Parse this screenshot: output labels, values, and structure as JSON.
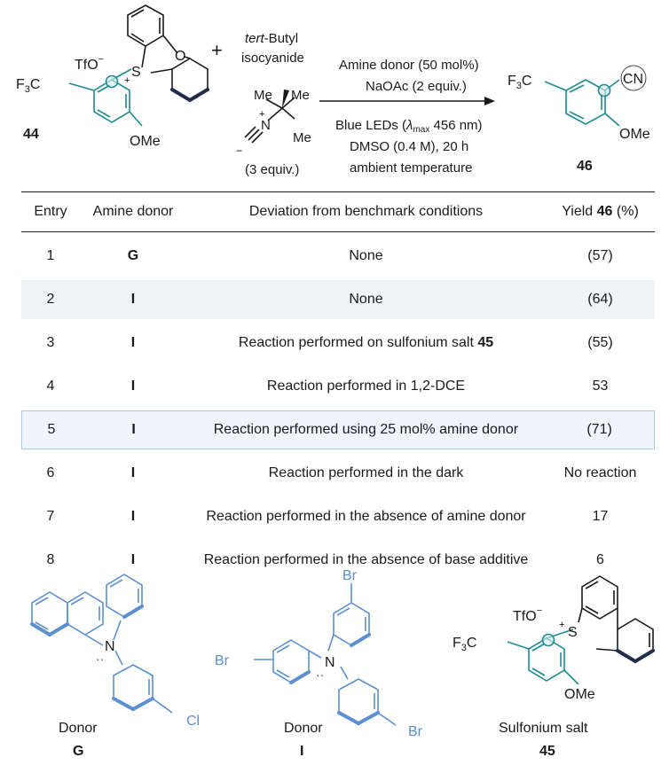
{
  "scheme": {
    "reactant_label": "44",
    "reactant_counterion": "TfO",
    "reactant_charge": "−",
    "sulfur_label": "S",
    "sulfur_charge": "+",
    "oxygen_label": "O",
    "cf3_label": "F",
    "cf3_sub": "3",
    "cf3_c": "C",
    "ome_label": "OMe",
    "plus_sign": "+",
    "isocyanide_line1": "tert",
    "isocyanide_line1b": "-Butyl",
    "isocyanide_line2": "isocyanide",
    "isocyanide_equiv": "(3 equiv.)",
    "me_label": "Me",
    "n_label": "N",
    "n_charge": "+",
    "c_charge": "−",
    "conditions_above_1": "Amine donor (50 mol%)",
    "conditions_above_2": "NaOAc (2 equiv.)",
    "conditions_below_1a": "Blue LEDs (",
    "conditions_below_1b": "λ",
    "conditions_below_1c": "max",
    "conditions_below_1d": " 456 nm)",
    "conditions_below_2": "DMSO (0.4 M), 20 h",
    "conditions_below_3": "ambient temperature",
    "product_label": "46",
    "product_cn": "CN"
  },
  "table": {
    "headers": [
      "Entry",
      "Amine donor",
      "Deviation from benchmark conditions",
      "Yield ",
      "46",
      " (%)"
    ],
    "rows": [
      {
        "entry": "1",
        "donor": "G",
        "deviation": "None",
        "deviation_bold": "",
        "yield": "(57)"
      },
      {
        "entry": "2",
        "donor": "I",
        "deviation": "None",
        "deviation_bold": "",
        "yield": "(64)"
      },
      {
        "entry": "3",
        "donor": "I",
        "deviation": "Reaction performed on sulfonium salt ",
        "deviation_bold": "45",
        "yield": "(55)"
      },
      {
        "entry": "4",
        "donor": "I",
        "deviation": "Reaction performed in 1,2-DCE",
        "deviation_bold": "",
        "yield": "53"
      },
      {
        "entry": "5",
        "donor": "I",
        "deviation": "Reaction performed using 25 mol% amine donor",
        "deviation_bold": "",
        "yield": "(71)"
      },
      {
        "entry": "6",
        "donor": "I",
        "deviation": "Reaction performed in the dark",
        "deviation_bold": "",
        "yield": "No reaction"
      },
      {
        "entry": "7",
        "donor": "I",
        "deviation": "Reaction performed in the absence of amine donor",
        "deviation_bold": "",
        "yield": "17"
      },
      {
        "entry": "8",
        "donor": "I",
        "deviation": "Reaction performed in the absence of base additive",
        "deviation_bold": "",
        "yield": "6"
      }
    ]
  },
  "donors": {
    "g_title": "Donor",
    "g_label": "G",
    "g_cl": "Cl",
    "i_title": "Donor",
    "i_label": "I",
    "i_br": "Br",
    "n_label": "N",
    "salt_title": "Sulfonium salt",
    "salt_label": "45",
    "salt_counterion": "TfO",
    "salt_charge": "−",
    "salt_s": "S",
    "salt_s_charge": "+",
    "salt_cf3": "F",
    "salt_cf3_sub": "3",
    "salt_cf3_c": "C",
    "salt_ome": "OMe"
  },
  "colors": {
    "teal": "#1c8a91",
    "blue": "#5b8fd0",
    "navy": "#1f2c4a",
    "highlight_border": "#a9cdea"
  }
}
